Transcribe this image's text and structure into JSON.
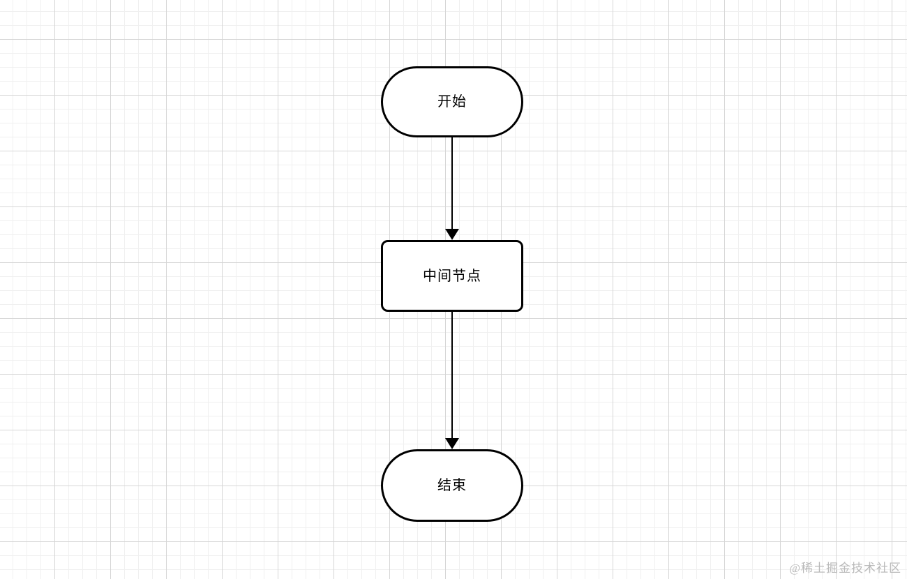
{
  "diagram": {
    "nodes": [
      {
        "id": "start",
        "label": "开始",
        "shape": "stadium"
      },
      {
        "id": "middle",
        "label": "中间节点",
        "shape": "rounded-rectangle"
      },
      {
        "id": "end",
        "label": "结束",
        "shape": "stadium"
      }
    ],
    "edges": [
      {
        "from": "start",
        "to": "middle",
        "arrow": "filled-triangle-down"
      },
      {
        "from": "middle",
        "to": "end",
        "arrow": "filled-triangle-down"
      }
    ],
    "colors": {
      "canvas_bg": "#ffffff",
      "grid_minor": "#f0f0f0",
      "grid_major": "#d6d6d6",
      "node_fill": "#ffffff",
      "node_border": "#000000",
      "node_text": "#000000",
      "edge": "#000000",
      "watermark": "#b9b9b9"
    }
  },
  "watermark": {
    "text": "@稀土掘金技术社区"
  }
}
